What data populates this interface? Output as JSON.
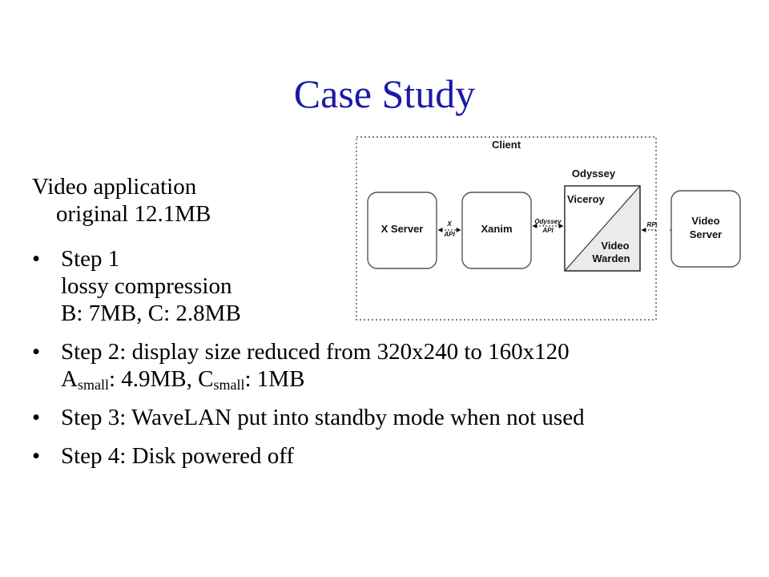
{
  "slide": {
    "title": "Case Study",
    "intro": {
      "line1": "Video application",
      "line2": "original 12.1MB"
    },
    "bullet_symbol": "•",
    "step1": {
      "line1": "Step 1",
      "line2": "lossy compression",
      "line3": "B: 7MB, C: 2.8MB"
    },
    "step2": {
      "line1": "Step 2: display size reduced from 320x240 to 160x120",
      "a": "A",
      "a_sub": "small",
      "a_val": ": 4.9MB, C",
      "c_sub": "small",
      "c_val": ": 1MB"
    },
    "step3": "Step 3: WaveLAN put into standby mode when not used",
    "step4": "Step 4: Disk powered off"
  },
  "diagram": {
    "client_label": "Client",
    "odyssey_label": "Odyssey",
    "boxes": {
      "xserver": "X Server",
      "xanim": "Xanim",
      "viceroy": "Viceroy",
      "video_warden_1": "Video",
      "video_warden_2": "Warden",
      "video_server_1": "Video",
      "video_server_2": "Server"
    },
    "links": {
      "x_api_1": "X",
      "x_api_2": "API",
      "odyssey_api_1": "Odyssey",
      "odyssey_api_2": "API",
      "rpc": "RPC"
    }
  }
}
